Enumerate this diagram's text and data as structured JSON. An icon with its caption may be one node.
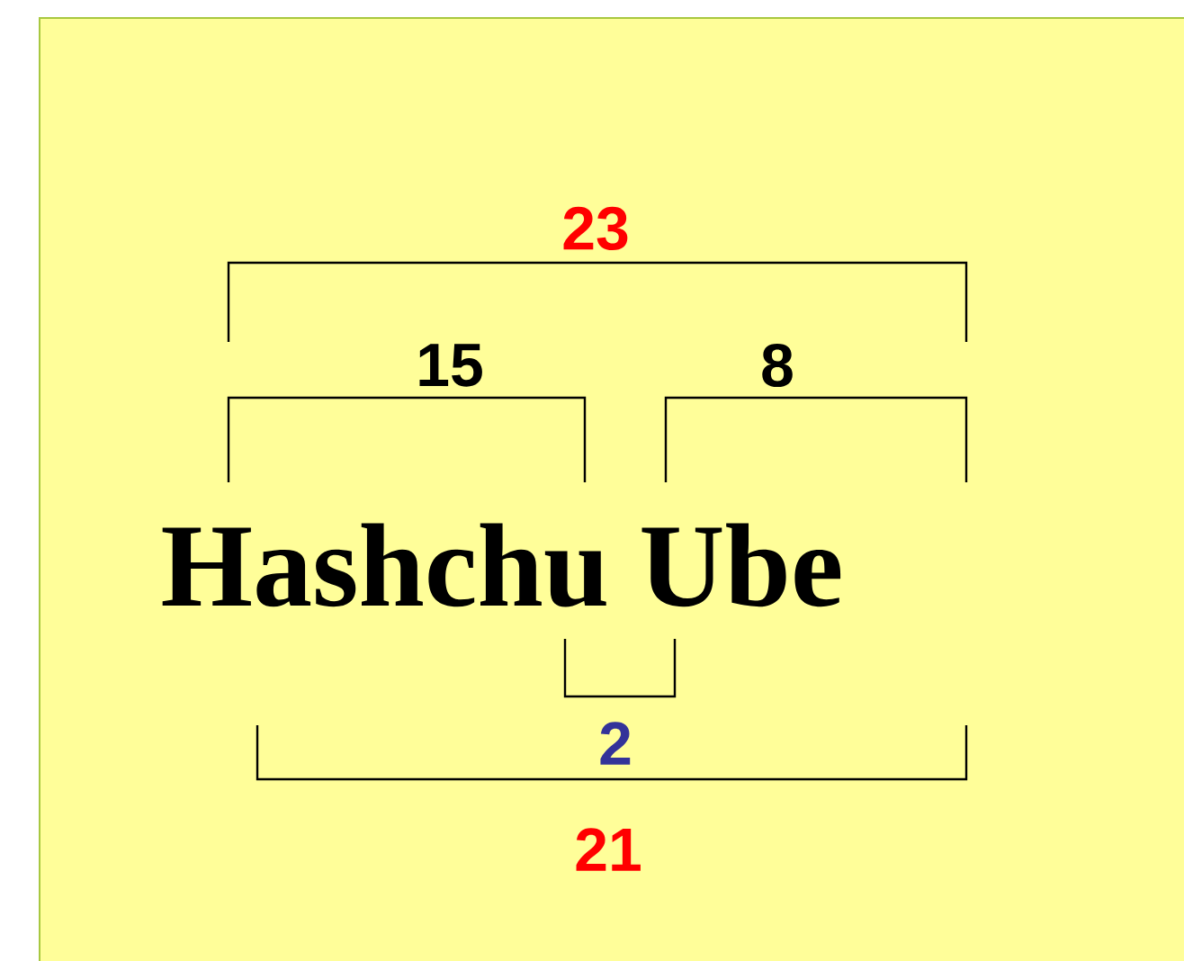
{
  "diagram": {
    "labels": [
      "23",
      "15",
      "8",
      "Hashchu Ube",
      "2",
      "21"
    ]
  }
}
